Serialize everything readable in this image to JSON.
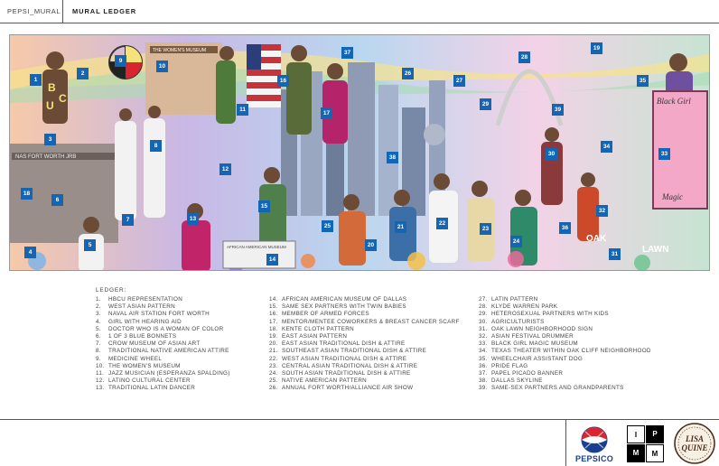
{
  "header": {
    "brand": "PEPSI_MURAL",
    "title": "MURAL LEDGER"
  },
  "mural": {
    "text": {
      "museum": "THE WOMEN'S MUSEUM",
      "nas": "NAS FORT WORTH JRB",
      "black_girl": "Black Girl",
      "magic": "Magic",
      "oak": "OAK",
      "lawn": "LAWN",
      "hbcu_b": "B",
      "hbcu_c": "C",
      "hbcu_u": "U",
      "aam_sign": "AFRICAN AMERICAN MUSEUM"
    },
    "markers": [
      {
        "num": "1"
      },
      {
        "num": "2"
      },
      {
        "num": "3"
      },
      {
        "num": "4"
      },
      {
        "num": "5"
      },
      {
        "num": "6"
      },
      {
        "num": "7"
      },
      {
        "num": "8"
      },
      {
        "num": "9"
      },
      {
        "num": "10"
      },
      {
        "num": "11"
      },
      {
        "num": "12"
      },
      {
        "num": "13"
      },
      {
        "num": "14"
      },
      {
        "num": "15"
      },
      {
        "num": "16"
      },
      {
        "num": "17"
      },
      {
        "num": "18"
      },
      {
        "num": "19"
      },
      {
        "num": "20"
      },
      {
        "num": "21"
      },
      {
        "num": "22"
      },
      {
        "num": "23"
      },
      {
        "num": "24"
      },
      {
        "num": "25"
      },
      {
        "num": "26"
      },
      {
        "num": "27"
      },
      {
        "num": "28"
      },
      {
        "num": "29"
      },
      {
        "num": "30"
      },
      {
        "num": "31"
      },
      {
        "num": "32"
      },
      {
        "num": "33"
      },
      {
        "num": "34"
      },
      {
        "num": "35"
      },
      {
        "num": "36"
      },
      {
        "num": "37"
      },
      {
        "num": "38"
      },
      {
        "num": "39"
      }
    ]
  },
  "ledger": {
    "title": "LEDGER:",
    "col1": [
      {
        "num": "1.",
        "label": "HBCU REPRESENTATION"
      },
      {
        "num": "2.",
        "label": "WEST ASIAN PATTERN"
      },
      {
        "num": "3.",
        "label": "NAVAL AIR STATION FORT WORTH"
      },
      {
        "num": "4.",
        "label": "GIRL WITH HEARING AID"
      },
      {
        "num": "5.",
        "label": "DOCTOR WHO IS A WOMAN OF COLOR"
      },
      {
        "num": "6.",
        "label": "1 OF 3 BLUE BONNETS"
      },
      {
        "num": "7.",
        "label": "CROW MUSEUM OF ASIAN ART"
      },
      {
        "num": "8.",
        "label": "TRADITIONAL NATIVE AMERICAN ATTIRE"
      },
      {
        "num": "9.",
        "label": "MEDICINE WHEEL"
      },
      {
        "num": "10.",
        "label": "THE WOMEN'S MUSEUM"
      },
      {
        "num": "11.",
        "label": "JAZZ MUSICIAN (ESPERANZA SPALDING)"
      },
      {
        "num": "12.",
        "label": "LATINO CULTURAL CENTER"
      },
      {
        "num": "13.",
        "label": "TRADITIONAL LATIN DANCER"
      }
    ],
    "col2": [
      {
        "num": "14.",
        "label": "AFRICAN AMERICAN MUSEUM OF DALLAS"
      },
      {
        "num": "15.",
        "label": "SAME SEX PARTNERS WITH TWIN BABIES"
      },
      {
        "num": "16.",
        "label": "MEMBER OF ARMED FORCES"
      },
      {
        "num": "17.",
        "label": "MENTOR/MENTEE COWORKERS & BREAST CANCER SCARF"
      },
      {
        "num": "18.",
        "label": "KENTE CLOTH PATTERN"
      },
      {
        "num": "19.",
        "label": "EAST ASIAN PATTERN"
      },
      {
        "num": "20.",
        "label": "EAST ASIAN TRADITIONAL DISH & ATTIRE"
      },
      {
        "num": "21.",
        "label": "SOUTHEAST ASIAN TRADITIONAL DISH & ATTIRE"
      },
      {
        "num": "22.",
        "label": "WEST ASIAN TRADITIONAL DISH & ATTIRE"
      },
      {
        "num": "23.",
        "label": "CENTRAL ASIAN TRADITIONAL DISH & ATTIRE"
      },
      {
        "num": "24.",
        "label": "SOUTH ASIAN TRADITIONAL DISH & ATTIRE"
      },
      {
        "num": "25.",
        "label": "NATIVE AMERICAN PATTERN"
      },
      {
        "num": "26.",
        "label": "ANNUAL FORT WORTH/ALLIANCE AIR SHOW"
      }
    ],
    "col3": [
      {
        "num": "27.",
        "label": "LATIN PATTERN"
      },
      {
        "num": "28.",
        "label": "KLYDE WARREN PARK"
      },
      {
        "num": "29.",
        "label": "HETEROSEXUAL PARTNERS WITH KIDS"
      },
      {
        "num": "30.",
        "label": "AGRICULTURISTS"
      },
      {
        "num": "31.",
        "label": "OAK LAWN NEIGHBORHOOD SIGN"
      },
      {
        "num": "32.",
        "label": "ASIAN FESTIVAL DRUMMER"
      },
      {
        "num": "33.",
        "label": "BLACK GIRL MAGIC MUSEUM"
      },
      {
        "num": "34.",
        "label": "TEXAS THEATER WITHIN OAK CLIFF NEIGHBORHOOD"
      },
      {
        "num": "35.",
        "label": "WHEELCHAIR ASSISTANT DOG"
      },
      {
        "num": "36.",
        "label": "PRIDE FLAG"
      },
      {
        "num": "37.",
        "label": "PAPEL PICADO BANNER"
      },
      {
        "num": "38.",
        "label": "DALLAS SKYLINE"
      },
      {
        "num": "39.",
        "label": "SAME-SEX PARTNERS AND GRANDPARENTS"
      }
    ]
  },
  "footer": {
    "pepsico": "PEPSICO",
    "ipm": [
      "I",
      "P",
      "M",
      "M"
    ],
    "lisa_line1": "LISA",
    "lisa_line2": "QUINE",
    "colors": {
      "pepsi_blue": "#1a3f8f",
      "pepsi_red": "#d7262f",
      "marker_blue": "#1466b4",
      "lisa_brown": "#4a2a18"
    }
  }
}
